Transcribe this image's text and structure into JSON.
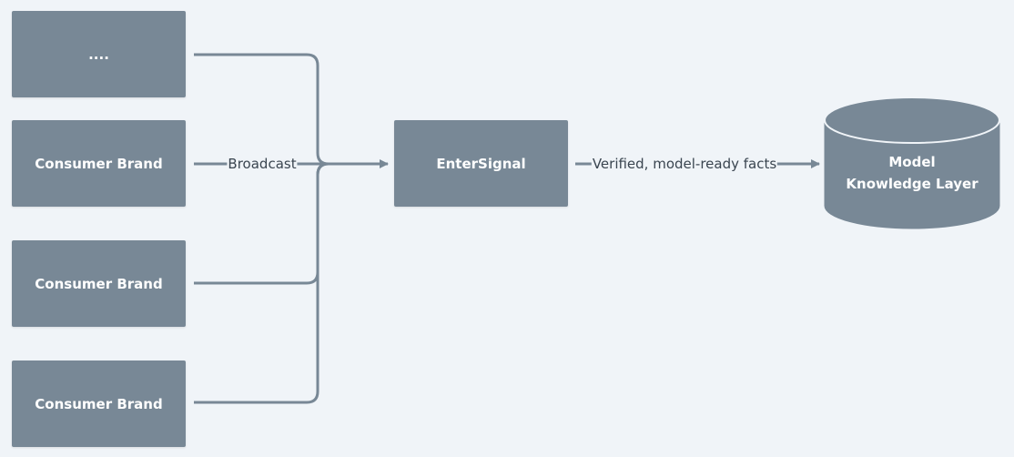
{
  "colors": {
    "background": "#f0f4f8",
    "node_fill": "#788896",
    "node_text": "#ffffff",
    "edge": "#788896",
    "edge_label_text": "#3a4550"
  },
  "sources": [
    {
      "label": "...."
    },
    {
      "label": "Consumer Brand"
    },
    {
      "label": "Consumer Brand"
    },
    {
      "label": "Consumer Brand"
    }
  ],
  "edges": {
    "broadcast_label": "Broadcast",
    "verified_label": "Verified, model-ready facts"
  },
  "hub": {
    "label": "EnterSignal"
  },
  "target": {
    "line1": "Model",
    "line2": "Knowledge Layer"
  }
}
